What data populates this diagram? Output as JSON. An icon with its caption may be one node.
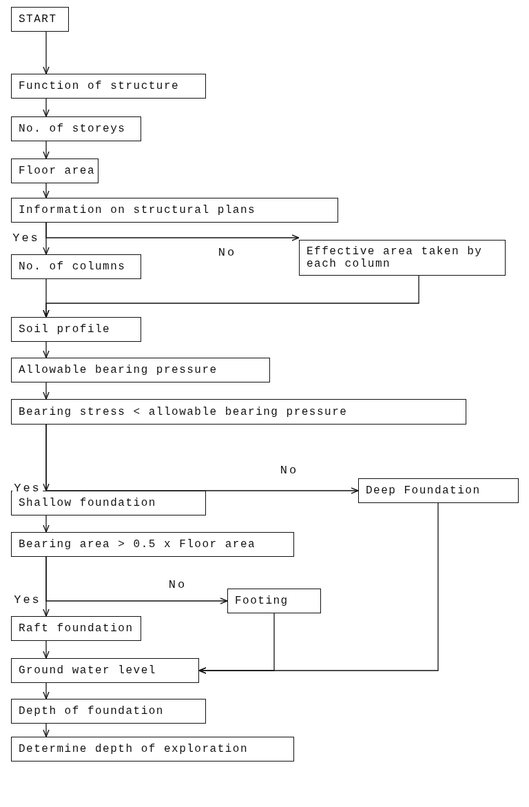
{
  "diagram": {
    "nodes": [
      {
        "text": [
          "START"
        ]
      },
      {
        "text": [
          "Function of structure"
        ]
      },
      {
        "text": [
          "No. of storeys"
        ]
      },
      {
        "text": [
          "Floor area"
        ]
      },
      {
        "text": [
          "Information on structural plans"
        ]
      },
      {
        "text": [
          "No. of columns"
        ]
      },
      {
        "text": [
          "Effective area taken by each column"
        ]
      },
      {
        "text": [
          "Soil profile"
        ]
      },
      {
        "text": [
          "Allowable bearing pressure"
        ]
      },
      {
        "text": [
          "Bearing stress < allowable bearing pressure"
        ]
      },
      {
        "text": [
          "Deep Foundation"
        ]
      },
      {
        "text": [
          "Shallow foundation"
        ]
      },
      {
        "text": [
          "Bearing area > 0.5 x Floor area"
        ]
      },
      {
        "text": [
          "Footing"
        ]
      },
      {
        "text": [
          "Raft foundation"
        ]
      },
      {
        "text": [
          "Ground water level"
        ]
      },
      {
        "text": [
          "Depth of foundation"
        ]
      },
      {
        "text": [
          "Determine depth of exploration"
        ]
      }
    ],
    "edges": [
      {
        "from": 0,
        "to": 1,
        "arrow": "to"
      },
      {
        "from": 1,
        "to": 2,
        "arrow": "to"
      },
      {
        "from": 2,
        "to": 3,
        "arrow": "to"
      },
      {
        "from": 3,
        "to": 4,
        "arrow": "to"
      },
      {
        "from": 4,
        "to": 5,
        "arrow": "to",
        "label": "Yes"
      },
      {
        "from": 4,
        "to": 6,
        "arrow": "to",
        "label": "No"
      },
      {
        "from": 5,
        "to": 7,
        "arrow": "to"
      },
      {
        "from": 6,
        "to": 7,
        "arrow": "to"
      },
      {
        "from": 7,
        "to": 8,
        "arrow": "to"
      },
      {
        "from": 8,
        "to": 9,
        "arrow": "to"
      },
      {
        "from": 9,
        "to": 11,
        "arrow": "to",
        "label": "Yes"
      },
      {
        "from": 9,
        "to": 10,
        "arrow": "to",
        "label": "No"
      },
      {
        "from": 11,
        "to": 12,
        "arrow": "to"
      },
      {
        "from": 12,
        "to": 14,
        "arrow": "to",
        "label": "Yes"
      },
      {
        "from": 12,
        "to": 13,
        "arrow": "to",
        "label": "No"
      },
      {
        "from": 14,
        "to": 15,
        "arrow": "to"
      },
      {
        "from": 13,
        "to": 15,
        "arrow": "to"
      },
      {
        "from": 10,
        "to": 15,
        "arrow": "to"
      },
      {
        "from": 15,
        "to": 16,
        "arrow": "to"
      },
      {
        "from": 16,
        "to": 17,
        "arrow": "to"
      }
    ]
  }
}
